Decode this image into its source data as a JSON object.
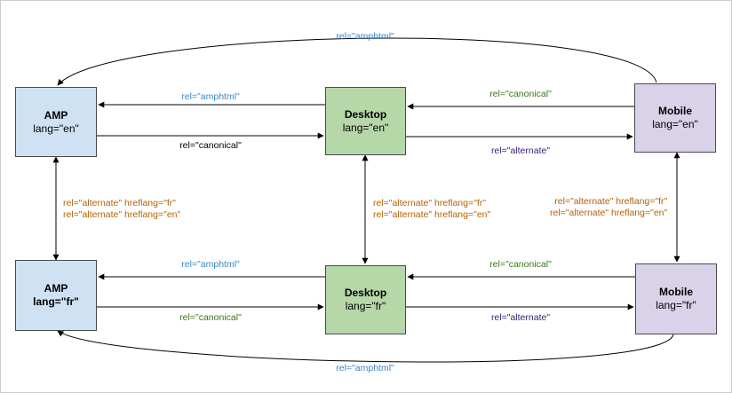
{
  "colors": {
    "amp_fill": "#cfe2f3",
    "desktop_fill": "#b6d7a8",
    "mobile_fill": "#d9d2e9",
    "amphtml_text": "#3d85c6",
    "canonical_text": "#38761d",
    "alternate_text": "#351c75",
    "hreflang_text": "#b45f06"
  },
  "nodes": {
    "amp_en": {
      "title": "AMP",
      "lang": "lang=\"en\""
    },
    "desktop_en": {
      "title": "Desktop",
      "lang": "lang=\"en\""
    },
    "mobile_en": {
      "title": "Mobile",
      "lang": "lang=\"en\""
    },
    "amp_fr": {
      "title": "AMP",
      "lang": "lang=\"fr\""
    },
    "desktop_fr": {
      "title": "Desktop",
      "lang": "lang=\"fr\""
    },
    "mobile_fr": {
      "title": "Mobile",
      "lang": "lang=\"fr\""
    }
  },
  "edges": {
    "top_arc": "rel=\"amphtml\"",
    "en_desktop_to_amp": "rel=\"amphtml\"",
    "en_amp_to_desktop": "rel=\"canonical\"",
    "en_mobile_to_desktop": "rel=\"canonical\"",
    "en_desktop_to_mobile": "rel=\"alternate\"",
    "fr_desktop_to_amp": "rel=\"amphtml\"",
    "fr_amp_to_desktop": "rel=\"canonical\"",
    "fr_mobile_to_desktop": "rel=\"canonical\"",
    "fr_desktop_to_mobile": "rel=\"alternate\"",
    "bottom_arc": "rel=\"amphtml\""
  },
  "hreflang": {
    "amp": {
      "line1": "rel=\"alternate\" hreflang=\"fr\"",
      "line2": "rel=\"alternate\" hreflang=\"en\""
    },
    "desktop": {
      "line1": "rel=\"alternate\" hreflang=\"fr\"",
      "line2": "rel=\"alternate\" hreflang=\"en\""
    },
    "mobile": {
      "line1": "rel=\"alternate\" hreflang=\"fr\"",
      "line2": "rel=\"alternate\" hreflang=\"en\""
    }
  }
}
